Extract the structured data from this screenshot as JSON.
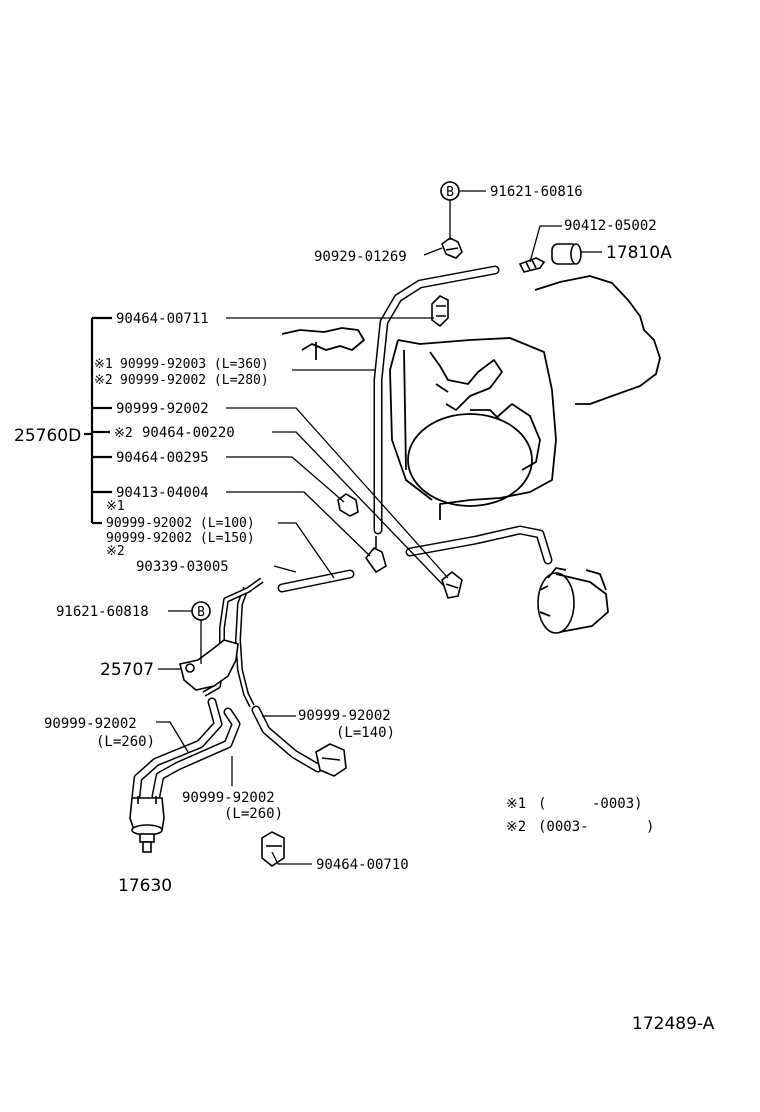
{
  "diagram": {
    "ref_id": "172489-A",
    "marks": {
      "note1": "※1",
      "note2": "※2",
      "b_marker": "B"
    },
    "labels": {
      "p91621_60816": "91621-60816",
      "p90412_05002": "90412-05002",
      "p90929_01269": "90929-01269",
      "p17810A": "17810A",
      "p90464_00711": "90464-00711",
      "p90999_92003": "90999-92003 (L=360)",
      "p90999_92002_280": "90999-92002 (L=280)",
      "p25760D": "25760D",
      "p90999_92002": "90999-92002",
      "p90464_00220": "90464-00220",
      "p90464_00295": "90464-00295",
      "p90413_04004": "90413-04004",
      "p90999_92002_100": "90999-92002 (L=100)",
      "p90999_92002_150": "90999-92002 (L=150)",
      "p90339_03005": "90339-03005",
      "p91621_60818": "91621-60818",
      "p25707": "25707",
      "p90999_92002_left": "90999-92002",
      "l260_left": "(L=260)",
      "p90999_92002_right": "90999-92002",
      "l140": "(L=140)",
      "p90999_92002_mid": "90999-92002",
      "l260_mid": "(L=260)",
      "p90464_00710": "90464-00710",
      "p17630": "17630"
    },
    "notes": {
      "n1_open": "(",
      "n1_end": "-0003)",
      "n2_start": "(0003-",
      "n2_close": ")"
    }
  }
}
